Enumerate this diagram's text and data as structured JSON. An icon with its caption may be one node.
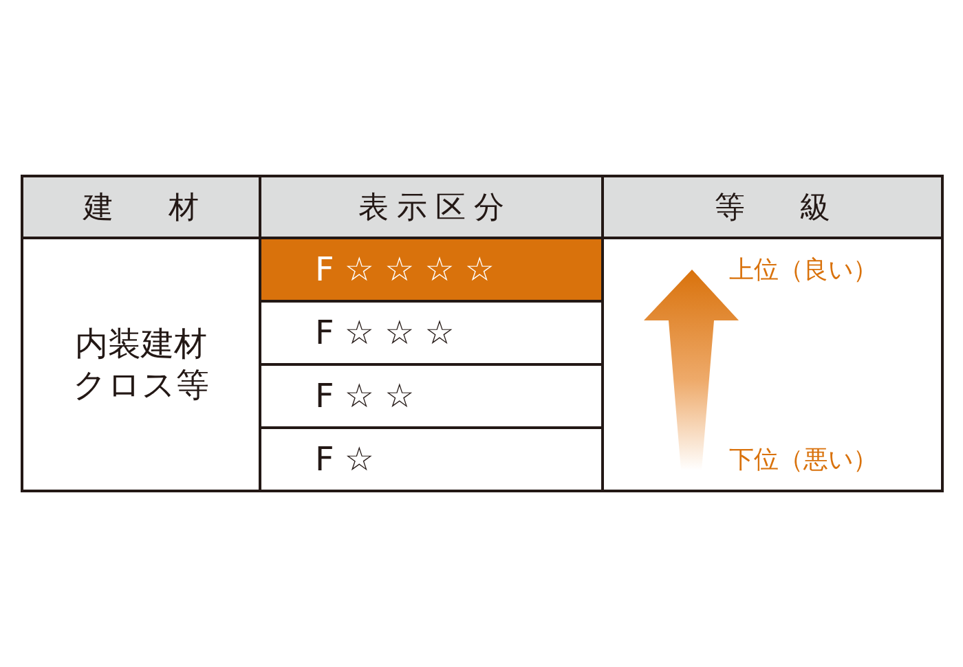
{
  "diagram": {
    "labels": [
      "建材",
      "表示区分",
      "等級",
      "内装建材クロス等",
      "F ☆ ☆ ☆ ☆",
      "上位（良い）",
      "F ☆ ☆ ☆",
      "F ☆ ☆",
      "F ☆",
      "下位（悪い）"
    ]
  }
}
